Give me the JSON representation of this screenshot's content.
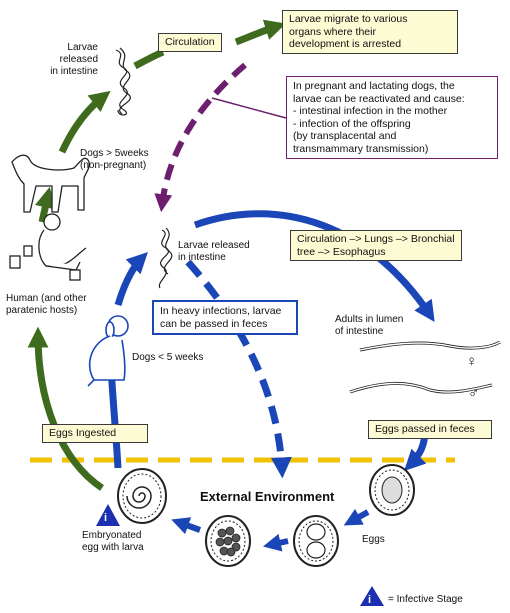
{
  "labels": {
    "circulation": "Circulation",
    "migrate": "Larvae migrate to various\norgans where their\ndevelopment is arrested",
    "pregnant": "In pregnant and lactating dogs, the\nlarvae can be reactivated and cause:\n  - intestinal infection in the mother\n  - infection of the offspring\n    (by transplacental and\n    transmammary transmission)",
    "larvae_released_top": "Larvae\nreleased\nin intestine",
    "dogs_gt5": "Dogs > 5weeks\n(non-pregnant)",
    "larvae_released_mid": "Larvae released\nin intestine",
    "circ_lungs": "Circulation –> Lungs –> Bronchial\ntree –> Esophagus",
    "human": "Human (and other\nparatenic hosts)",
    "heavy": "In heavy infections, larvae\ncan be passed in feces",
    "adults": "Adults in lumen\nof intestine",
    "dogs_lt5": "Dogs < 5 weeks",
    "eggs_ingested": "Eggs Ingested",
    "eggs_feces": "Eggs passed in feces",
    "external": "External Environment",
    "eggs": "Eggs",
    "embryonated": "Embryonated\negg with larva",
    "infective_stage": "= Infective Stage",
    "female_symbol": "♀",
    "male_symbol": "♂",
    "info_glyph": "i"
  },
  "colors": {
    "green": "#3e6b1d",
    "purple": "#6c1f6c",
    "blue": "#1b46b8",
    "yellow_fill": "#fdfbd3",
    "dash_line": "#f2c200"
  }
}
